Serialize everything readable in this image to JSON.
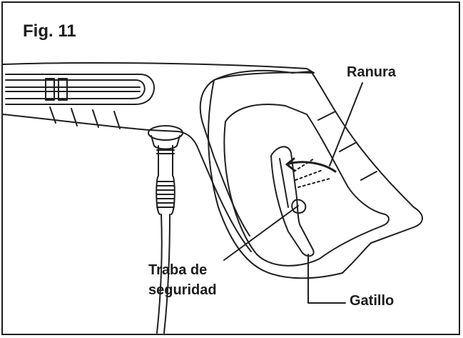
{
  "figure": {
    "title": "Fig. 11"
  },
  "labels": {
    "slot": "Ranura",
    "safety_lock_line1": "Traba de",
    "safety_lock_line2": "seguridad",
    "trigger": "Gatillo"
  }
}
